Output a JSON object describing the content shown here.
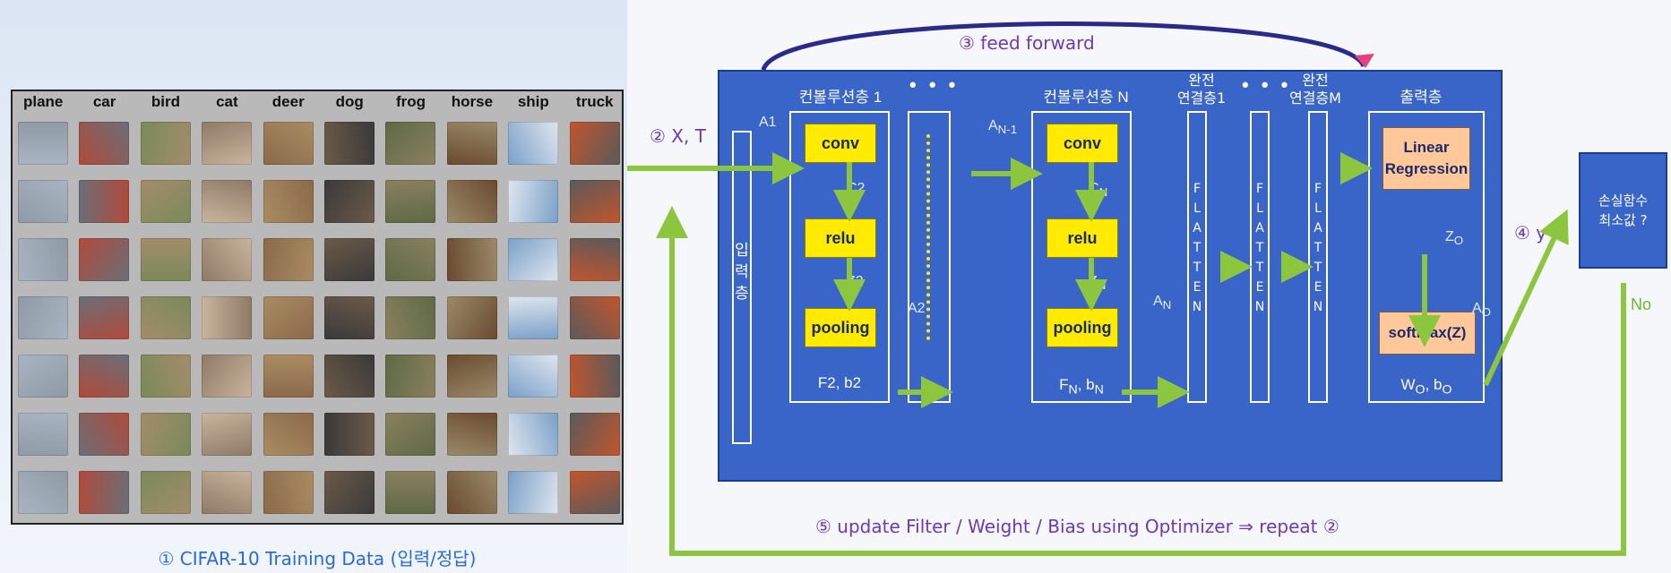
{
  "cifar": {
    "classes": [
      "plane",
      "car",
      "bird",
      "cat",
      "deer",
      "dog",
      "frog",
      "horse",
      "ship",
      "truck"
    ],
    "caption": "① CIFAR-10 Training Data (입력/정답)"
  },
  "steps": {
    "input": "② X, T",
    "feed_forward": "③ feed forward",
    "output_y": "④ y",
    "update": "⑤ update Filter / Weight / Bias using Optimizer ⇒ repeat ②",
    "no": "No"
  },
  "network": {
    "input_layer": "입\n력\n층",
    "conv1_title": "컨볼루션층 1",
    "convN_title": "컨볼루션층 N",
    "fc1_title": "완전\n연결층1",
    "fcM_title": "완전\n연결층M",
    "output_title": "출력층",
    "ellipsis": "• • •",
    "conv": "conv",
    "relu": "relu",
    "pooling": "pooling",
    "linear_regression": "Linear\nRegression",
    "softmax": "softmax(Z)",
    "flatten": "F\nL\nA\nT\nT\nE\nN",
    "a1": "A1",
    "c2": "C2",
    "z2": "Z2",
    "a2": "A2",
    "a_n1": "A",
    "a_n1_sub": "N-1",
    "c_n": "C",
    "c_n_sub": "N",
    "z_n": "Z",
    "z_n_sub": "N",
    "a_n": "A",
    "a_n_sub": "N",
    "z_o": "Z",
    "z_o_sub": "O",
    "a_o": "A",
    "a_o_sub": "O",
    "f2b2": "F2, b2",
    "fnbn_f": "F",
    "fnbn_sub1": "N",
    "fnbn_mid": ", b",
    "fnbn_sub2": "N",
    "wobo_w": "W",
    "wobo_sub1": "O",
    "wobo_mid": ", b",
    "wobo_sub2": "O"
  },
  "loss": "손실함수\n최소값 ?",
  "colors": {
    "net_blue": "#3964c8",
    "arrow_green": "#8cc63f",
    "box_yellow": "#ffeb00",
    "box_peach": "#ffc89a",
    "step_purple": "#6a3ab8",
    "caption_blue": "#2a6ad8"
  }
}
